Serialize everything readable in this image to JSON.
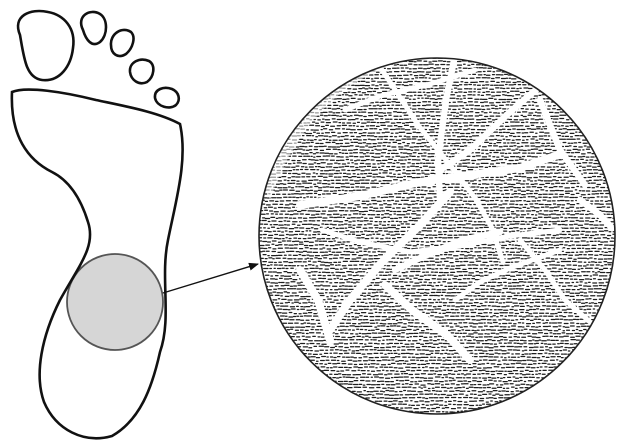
{
  "figure": {
    "subject": "footprint-sole-with-magnified-skin-texture",
    "colors": {
      "background": "#ffffff",
      "outline": "#111111",
      "highlight_fill": "#d6d6d6",
      "highlight_stroke": "#555555",
      "texture_ink": "#1e1e1e",
      "crease": "#ffffff"
    },
    "parts": {
      "foot_outline": "sole",
      "toes": [
        "big-toe",
        "second-toe",
        "third-toe",
        "fourth-toe",
        "little-toe"
      ],
      "highlight": "heel-region",
      "pointer": "arrow",
      "magnifier": "magnified-skin-texture"
    }
  }
}
